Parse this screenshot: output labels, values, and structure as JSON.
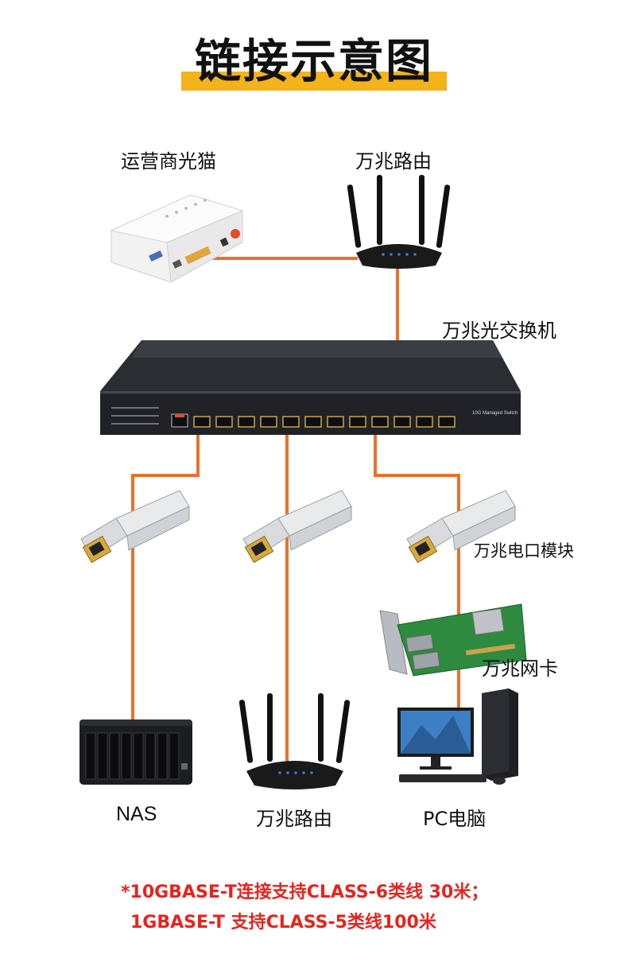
{
  "title": "链接示意图",
  "labels": {
    "onu": "运营商光猫",
    "router_top": "万兆路由",
    "switch": "万兆光交换机",
    "module": "万兆电口模块",
    "nic": "万兆网卡",
    "nas": "NAS",
    "router_bottom": "万兆路由",
    "pc": "PC电脑"
  },
  "switch_text": "10G Managed Switch",
  "notes": {
    "line1": "*10GBASE-T连接支持CLASS-6类线 30米；",
    "line2": "1GBASE-T 支持CLASS-5类线100米"
  },
  "colors": {
    "accent": "#f4b31a",
    "cable": "#e8722a",
    "note": "#e8231c"
  }
}
